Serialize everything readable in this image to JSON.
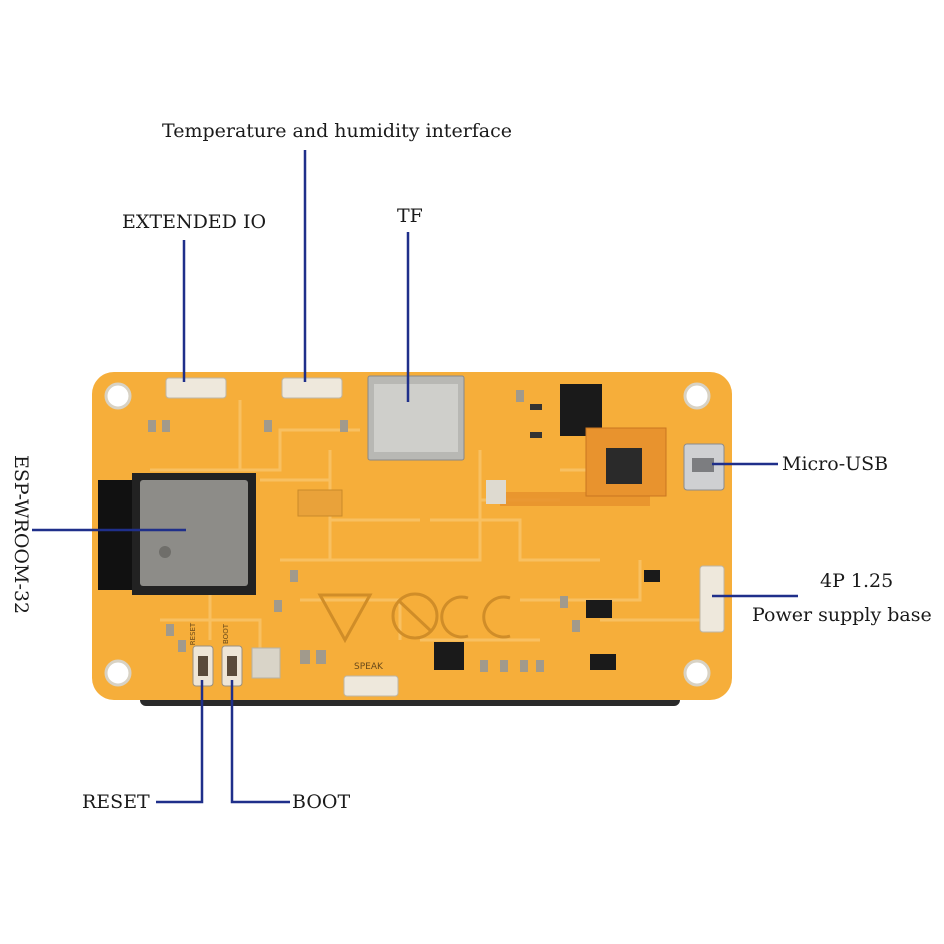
{
  "labels": {
    "temperature_humidity": "Temperature and humidity interface",
    "extended_io": "EXTENDED IO",
    "tf": "TF",
    "esp_wroom": "ESP-WROOM-32",
    "micro_usb": "Micro-USB",
    "power_4p": "4P 1.25",
    "power_base": "Power supply base",
    "reset": "RESET",
    "boot": "BOOT"
  },
  "board": {
    "speak_label": "SPEAK",
    "reset_silk": "RESET",
    "boot_silk": "BOOT"
  },
  "colors": {
    "board": "#f6ae3a",
    "board_dark": "#e6982a",
    "trace": "#f9c266",
    "leader": "#1f2f8a",
    "module": "#8d8c88",
    "connector": "#eee8dc",
    "chip": "#1a1a1a",
    "flex": "#e8932e"
  }
}
